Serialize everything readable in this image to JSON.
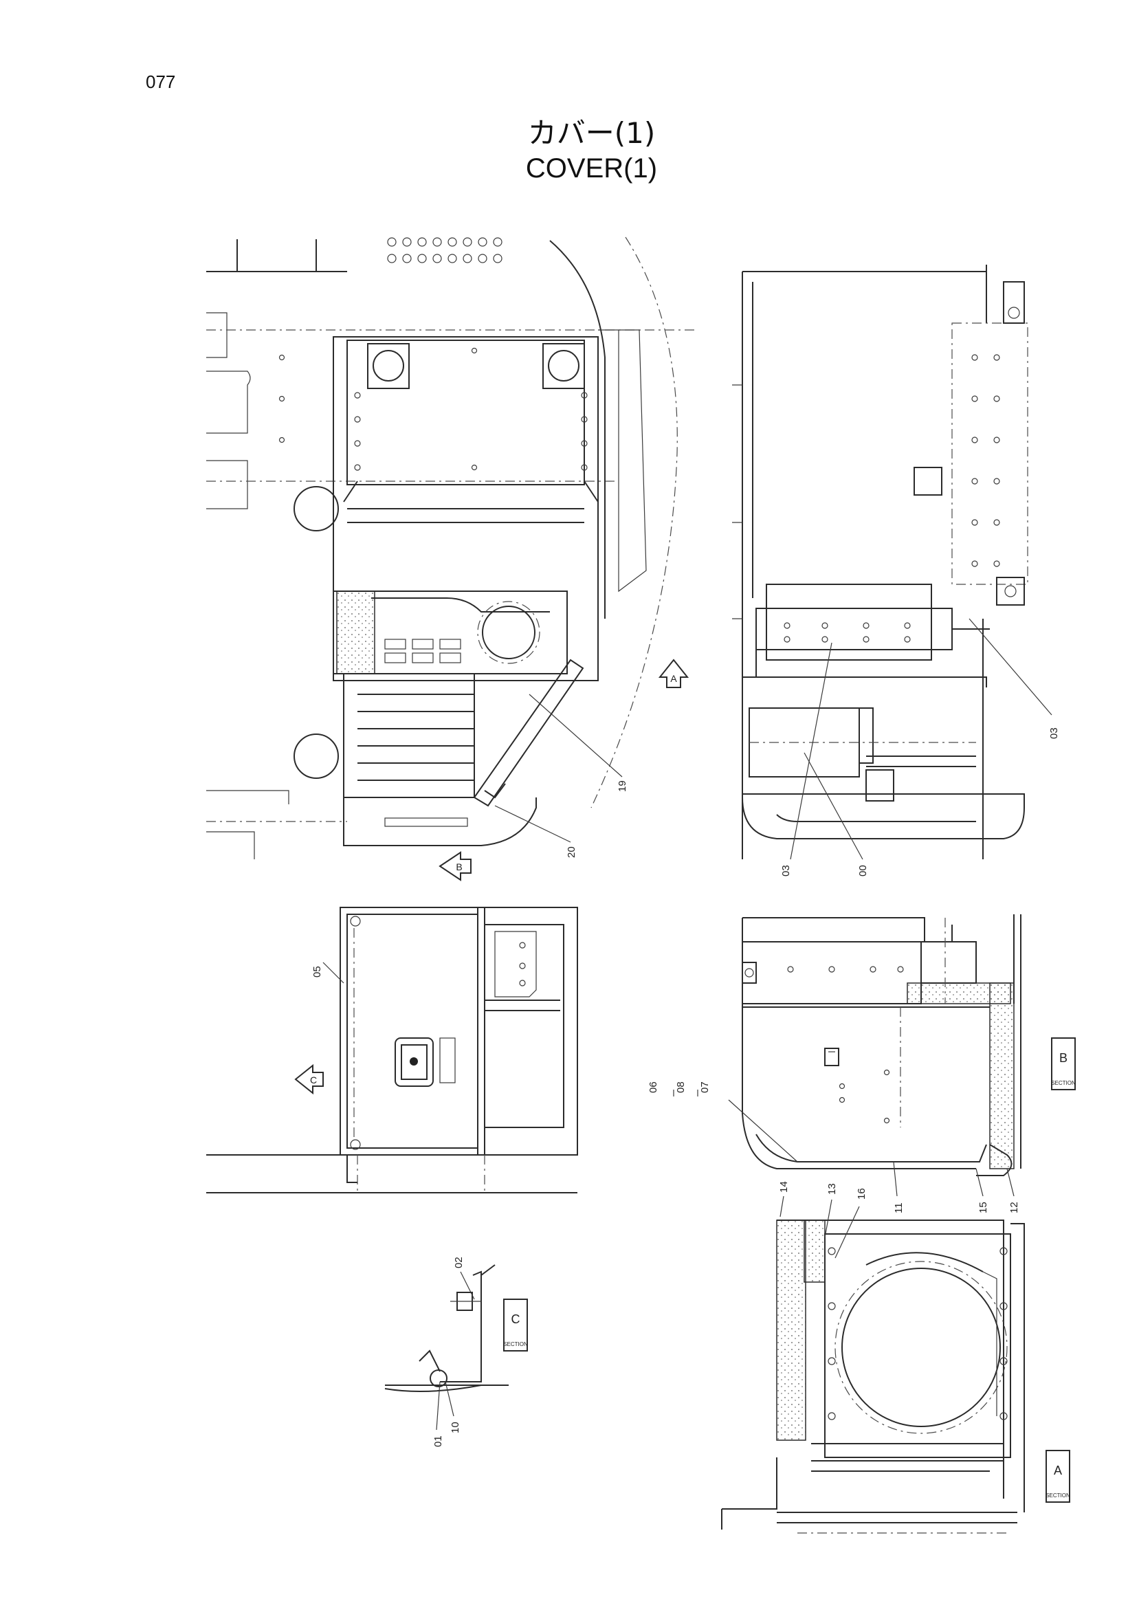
{
  "page_number": "077",
  "title_jp": "カバー(1)",
  "title_en": "COVER(1)",
  "view_arrows": [
    "A",
    "B",
    "C"
  ],
  "section_tags": [
    "A",
    "B",
    "C"
  ],
  "section_word": "SECTION",
  "callouts": [
    "19",
    "20",
    "03",
    "03",
    "00",
    "05",
    "06",
    "08",
    "07",
    "11",
    "15",
    "12",
    "16",
    "13",
    "14",
    "02",
    "10",
    "01"
  ]
}
